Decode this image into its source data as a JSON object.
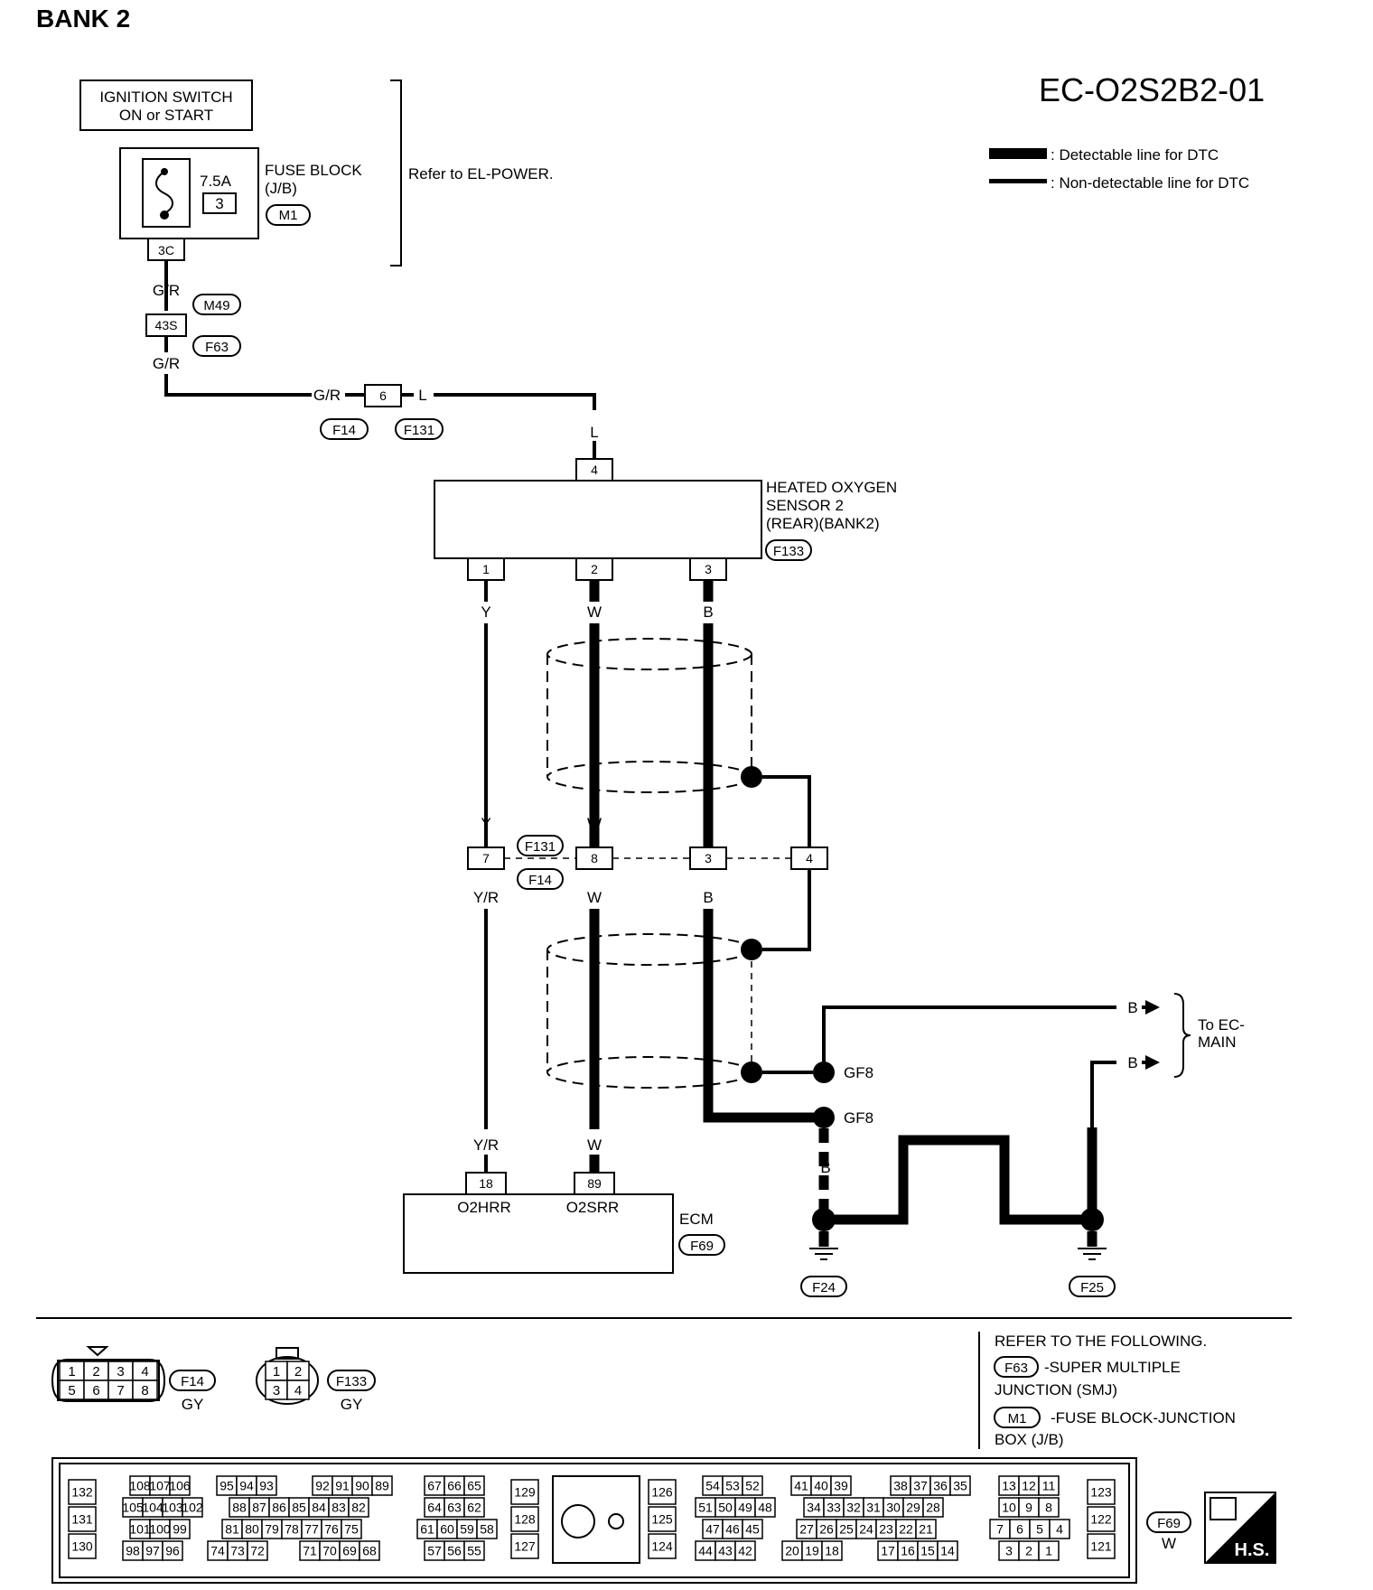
{
  "header": {
    "bank": "BANK 2",
    "diagram_id": "EC-O2S2B2-01"
  },
  "legend": {
    "detectable": ": Detectable line for DTC",
    "non_detectable": ": Non-detectable line for DTC"
  },
  "power": {
    "ignition_line1": "IGNITION SWITCH",
    "ignition_line2": "ON or START",
    "fuse_rating": "7.5A",
    "fuse_no": "3",
    "fuse_block_line1": "FUSE  BLOCK",
    "fuse_block_line2": "(J/B)",
    "fuse_block_conn": "M1",
    "fuse_terminal": "3C",
    "refer": "Refer to EL-POWER."
  },
  "smj": {
    "wire_top": "G/R",
    "conn_top": "M49",
    "terminal": "43S",
    "conn_bottom": "F63",
    "wire_bottom": "G/R"
  },
  "joint_f14": {
    "wire_left": "G/R",
    "terminal": "6",
    "wire_right": "L",
    "conn_left": "F14",
    "conn_right": "F131"
  },
  "sensor": {
    "wire_in": "L",
    "pin_power": "4",
    "name_line1": "HEATED OXYGEN",
    "name_line2": "SENSOR 2",
    "name_line3": "(REAR)(BANK2)",
    "connector": "F133",
    "pins": [
      "1",
      "2",
      "3"
    ],
    "wires": [
      "Y",
      "W",
      "B"
    ]
  },
  "mid_connector": {
    "wires_top": [
      "Y",
      "W",
      "B"
    ],
    "pins": [
      "7",
      "8",
      "3",
      "4"
    ],
    "conn_top": "F131",
    "conn_bottom": "F14",
    "wires_bottom": [
      "Y/R",
      "W",
      "B"
    ]
  },
  "ground": {
    "to_label": "B",
    "to_ec_main": "To EC-",
    "to_ec_main2": "MAIN",
    "gf8": "GF8",
    "wire_b": "B",
    "f24": "F24",
    "f25": "F25"
  },
  "ecm": {
    "wires": [
      "Y/R",
      "W"
    ],
    "pins": [
      "18",
      "89"
    ],
    "pin_names": [
      "O2HRR",
      "O2SRR"
    ],
    "name": "ECM",
    "connector": "F69"
  },
  "connectors_views": {
    "f14": {
      "name": "F14",
      "color": "GY",
      "top": [
        "1",
        "2",
        "3",
        "4"
      ],
      "bottom": [
        "5",
        "6",
        "7",
        "8"
      ]
    },
    "f133": {
      "name": "F133",
      "color": "GY",
      "top": [
        "1",
        "2"
      ],
      "bottom": [
        "3",
        "4"
      ]
    }
  },
  "refer_following": {
    "title": "REFER TO THE FOLLOWING.",
    "f63_code": "F63",
    "f63_desc1": "-SUPER MULTIPLE",
    "f63_desc2": "JUNCTION (SMJ)",
    "m1_code": "M1",
    "m1_desc1": "-FUSE BLOCK-JUNCTION",
    "m1_desc2": "BOX (J/B)"
  },
  "ecm_connector": {
    "name": "F69",
    "color": "W",
    "hs": "H.S.",
    "groups": [
      {
        "rows": [
          [
            "132"
          ],
          [
            "131"
          ],
          [
            "130"
          ]
        ]
      },
      {
        "rows": [
          [
            "108",
            "107",
            "106"
          ],
          [
            "105",
            "104",
            "103",
            "102"
          ],
          [
            "101",
            "100",
            "99"
          ],
          [
            "98",
            "97",
            "96"
          ]
        ]
      },
      {
        "rows": [
          [
            "95",
            "94",
            "93"
          ],
          [
            "88",
            "87",
            "86",
            "85",
            "84",
            "83",
            "82"
          ],
          [
            "81",
            "80",
            "79",
            "78",
            "77",
            "76",
            "75"
          ],
          [
            "74",
            "73",
            "72"
          ]
        ]
      },
      {
        "rows": [
          [
            "92",
            "91",
            "90",
            "89"
          ],
          [
            "71",
            "70",
            "69",
            "68"
          ]
        ]
      },
      {
        "rows": [
          [
            "67",
            "66",
            "65"
          ],
          [
            "64",
            "63",
            "62"
          ],
          [
            "61",
            "60",
            "59",
            "58"
          ],
          [
            "57",
            "56",
            "55"
          ]
        ]
      },
      {
        "rows": [
          [
            "129"
          ],
          [
            "128"
          ],
          [
            "127"
          ]
        ]
      },
      {
        "rows": [
          [
            "126"
          ],
          [
            "125"
          ],
          [
            "124"
          ]
        ]
      },
      {
        "rows": [
          [
            "54",
            "53",
            "52"
          ],
          [
            "51",
            "50",
            "49",
            "48"
          ],
          [
            "47",
            "46",
            "45"
          ],
          [
            "44",
            "43",
            "42"
          ]
        ]
      },
      {
        "rows": [
          [
            "41",
            "40",
            "39"
          ],
          [
            "34",
            "33",
            "32",
            "31",
            "30",
            "29",
            "28"
          ],
          [
            "27",
            "26",
            "25",
            "24",
            "23",
            "22",
            "21"
          ],
          [
            "20",
            "19",
            "18"
          ]
        ]
      },
      {
        "rows": [
          [
            "38",
            "37",
            "36",
            "35"
          ],
          [
            "17",
            "16",
            "15",
            "14"
          ]
        ]
      },
      {
        "rows": [
          [
            "13",
            "12",
            "11"
          ],
          [
            "10",
            "9",
            "8"
          ],
          [
            "7",
            "6",
            "5",
            "4"
          ],
          [
            "3",
            "2",
            "1"
          ]
        ]
      },
      {
        "rows": [
          [
            "123"
          ],
          [
            "122"
          ],
          [
            "121"
          ]
        ]
      }
    ]
  }
}
